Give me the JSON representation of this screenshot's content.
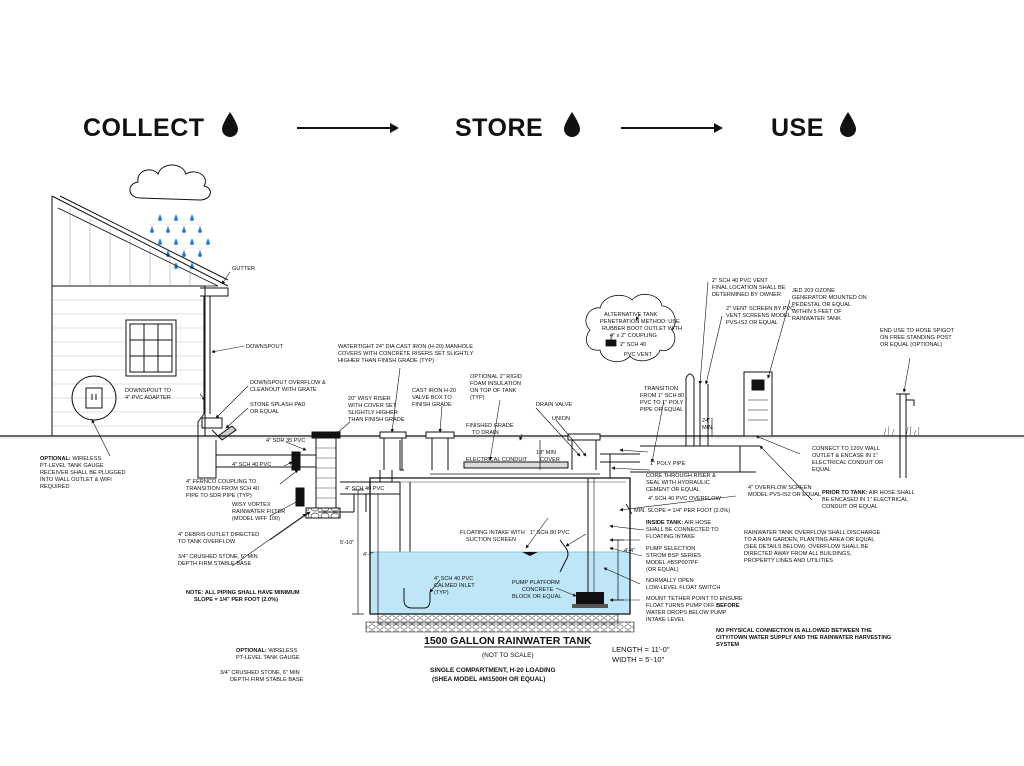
{
  "header": {
    "collect": "COLLECT",
    "store": "STORE",
    "use": "USE",
    "drop_icon": "water-drop-icon"
  },
  "colors": {
    "line": "#111111",
    "water": "#bfe6f6",
    "water_line": "#7fc8e6",
    "rain": "#2f7fd0",
    "stone": "#d8d8d8"
  },
  "labels": {
    "gutter": "GUTTER",
    "downspout": "DOWNSPOUT",
    "downspout_adapter_1": "DOWNSPOUT TO",
    "downspout_adapter_2": "4\" PVC ADAPTER",
    "overflow_1": "DOWNSPOUT OVERFLOW &",
    "overflow_2": "CLEANOUT WITH GRATE",
    "splash_1": "STONE SPLASH PAD",
    "splash_2": "OR EQUAL",
    "sdr35": "4\" SDR 35 PVC",
    "sch40_left": "4\" SCH 40 PVC",
    "fernco_1": "4\" FERNCO COUPLING TO",
    "fernco_2": "TRANSITION FROM SCH 40",
    "fernco_3": "PIPE TO SDR PIPE (TYP)",
    "wisy_1": "WISY VORTEX",
    "wisy_2": "RAINWATER FILTER",
    "wisy_3": "(MODEL WFF 100)",
    "debris_1": "4\" DEBRIS OUTLET DIRECTED",
    "debris_2": "TO TANK OVERFLOW",
    "stone_l_1": "3/4\" CRUSHED STONE, 6\" MIN",
    "stone_l_2": "DEPTH FIRM STABLE BASE",
    "opt_gauge_1_b": "OPTIONAL:",
    "opt_gauge_1_r": " WIRELESS",
    "opt_gauge_2": "PT-LEVEL TANK GAUGE",
    "opt_gauge_3": "RECEIVER SHALL BE PLUGGED",
    "opt_gauge_4": "INTO WALL OUTLET & WIFI",
    "opt_gauge_5": "REQUIRED",
    "riser_1": "20\" WISY RISER",
    "riser_2": "WITH COVER SET",
    "riser_3": "SLIGHTLY HIGHER",
    "riser_4": "THAN FINISH GRADE",
    "manhole_1": "WATERTIGHT 24\" DIA CAST IRON (H-20) MANHOLE",
    "manhole_2": "COVERS WITH CONCRETE RISERS SET SLIGHTLY",
    "manhole_3": "HIGHER THAN FINISH GRADE (TYP)",
    "valvebox_1": "CAST IRON H-20",
    "valvebox_2": "VALVE BOX TO",
    "valvebox_3": "FINISH GRADE",
    "insul_1": "OPTIONAL 2\" RIGID",
    "insul_2": "FOAM INSULATION",
    "insul_3": "ON TOP OF TANK",
    "insul_4": "(TYP)",
    "finished_grade_1": "FINISHED GRADE",
    "finished_grade_2": "TO DRAIN",
    "conduit": "ELECTRICAL CONDUIT",
    "cover_1": "18\" MIN",
    "cover_2": "COVER",
    "sch40_mid": "4\" SCH 40 PVC",
    "dim_510": "5'-10\"",
    "dim_47": "4'-7\"",
    "dim_44": "4'-4\"",
    "dim_24_1": "24\"",
    "dim_24_2": "MIN.",
    "floating_1": "FLOATING INTAKE WITH",
    "floating_2": "SUCTION SCREEN",
    "sch80": "1\" SCH 80 PVC",
    "calmed_1": "4\" SCH 40 PVC",
    "calmed_2": "CALMED INLET",
    "calmed_3": "(TYP)",
    "platform_1": "PUMP PLATFORM",
    "platform_2": "CONCRETE",
    "platform_3": "BLOCK OR EQUAL",
    "slope_note_1": "NOTE: ALL PIPING SHALL HAVE MINIMUM",
    "slope_note_2": "SLOPE = 1/4\" PER FOOT (2.0%)",
    "opt_gauge_b_b": "OPTIONAL:",
    "opt_gauge_b_r": " WIRELESS",
    "opt_gauge_b_2": "PT-LEVEL TANK GAUGE",
    "stone_b_1": "3/4\" CRUSHED STONE, 6\" MIN",
    "stone_b_2": "DEPTH FIRM STABLE BASE",
    "alt_1": "ALTERNATIVE TANK",
    "alt_2": "PENETRATION METHOD: USE",
    "alt_3": "RUBBER BOOT OUTLET WITH",
    "alt_4": "4\" x 2\" COUPLING",
    "alt_5": "2\" SCH 40",
    "alt_6": "PVC VENT",
    "vent_1": "2\" SCH 40 PVC VENT",
    "vent_2": "FINAL LOCATION SHALL BE",
    "vent_3": "DETERMINED BY OWNER",
    "vscreen_1": "2\" VENT SCREEN BY PVC",
    "vscreen_2": "VENT SCREENS MODEL",
    "vscreen_3": "PVS-IS2 OR EQUAL",
    "ozone_1": "JED 203 OZONE",
    "ozone_2": "GENERATOR MOUNTED ON",
    "ozone_3": "PEDESTAL OR EQUAL",
    "ozone_4": "WITHIN 5 FEET OF",
    "ozone_5": "RAINWATER TANK",
    "spigot_1": "END USE TO HOSE SPIGOT",
    "spigot_2": "ON FREE STANDING POST",
    "spigot_3": "OR EQUAL (OPTIONAL)",
    "transition_1": "TRANSITION",
    "transition_2": "FROM 1\" SCH 80",
    "transition_3": "PVC TO 1\" POLY",
    "transition_4": "PIPE OR EQUAL",
    "drain_valve": "DRAIN VALVE",
    "union": "UNION",
    "poly_pipe": "1\" POLY PIPE",
    "core_1": "CORE THROUGH RISER &",
    "core_2": "SEAL WITH HYDRAULIC",
    "core_3": "CEMENT OR EQUAL",
    "connect_1": "CONNECT TO 120V WALL",
    "connect_2": "OUTLET & ENCASE IN 1\"",
    "connect_3": "ELECTRICAL CONDUIT OR",
    "connect_4": "EQUAL",
    "ovscreen_1": "4\" OVERFLOW SCREEN",
    "ovscreen_2": "MODEL PVS-IS2 OR EQUAL",
    "sch40_overflow": "4\" SCH 40 PVC OVERFLOW",
    "min_slope": "MIN. SLOPE = 1/4\" PER FOOT (2.0%)",
    "prior_b": "PRIOR TO TANK:",
    "prior_r": " AIR HOSE SHALL",
    "prior_2": "BE ENCASED IN 1\" ELECTRICAL",
    "prior_3": "CONDUIT OR EQUAL",
    "inside_b": "INSIDE TANK:",
    "inside_r": " AIR HOSE",
    "inside_2": "SHALL BE CONNECTED TO",
    "inside_3": "FLOATING INTAKE",
    "pump_1": "PUMP SELECTION",
    "pump_2": "STROM BSP SERIES",
    "pump_3": "MODEL #BSP007PF",
    "pump_4": "(OR EQUAL)",
    "float_1": "NORMALLY OPEN",
    "float_2": "LOW-LEVEL FLOAT SWITCH",
    "tether_1": "MOUNT TETHER POINT TO ENSURE",
    "tether_2r": "FLOAT TURNS PUMP OFF ",
    "tether_2b": "BEFORE",
    "tether_3": "WATER DROPS BELOW PUMP",
    "tether_4": "INTAKE LEVEL",
    "discharge_1": "RAINWATER TANK OVERFLOW SHALL DISCHARGE",
    "discharge_2": "TO A RAIN GARDEN, PLANTING AREA OR EQUAL",
    "discharge_3": "(SEE DETAILS BELOW). OVERFLOW SHALL BE",
    "discharge_4": "DIRECTED AWAY FROM ALL BUILDINGS,",
    "discharge_5": "PROPERTY LINES AND UTILITIES",
    "noconn_1": "NO PHYSICAL CONNECTION IS ALLOWED BETWEEN THE",
    "noconn_2": "CITY/TOWN WATER SUPPLY AND THE RAINWATER HARVESTING",
    "noconn_3": "SYSTEM"
  },
  "title_block": {
    "title": "1500 GALLON RAINWATER TANK",
    "not_to_scale": "(NOT TO SCALE)",
    "subtitle_1": "SINGLE COMPARTMENT, H-20 LOADING",
    "subtitle_2": "(SHEA MODEL #M1500H OR EQUAL)",
    "length": "LENGTH = 11'-0\"",
    "width": "WIDTH = 5'-10\""
  }
}
